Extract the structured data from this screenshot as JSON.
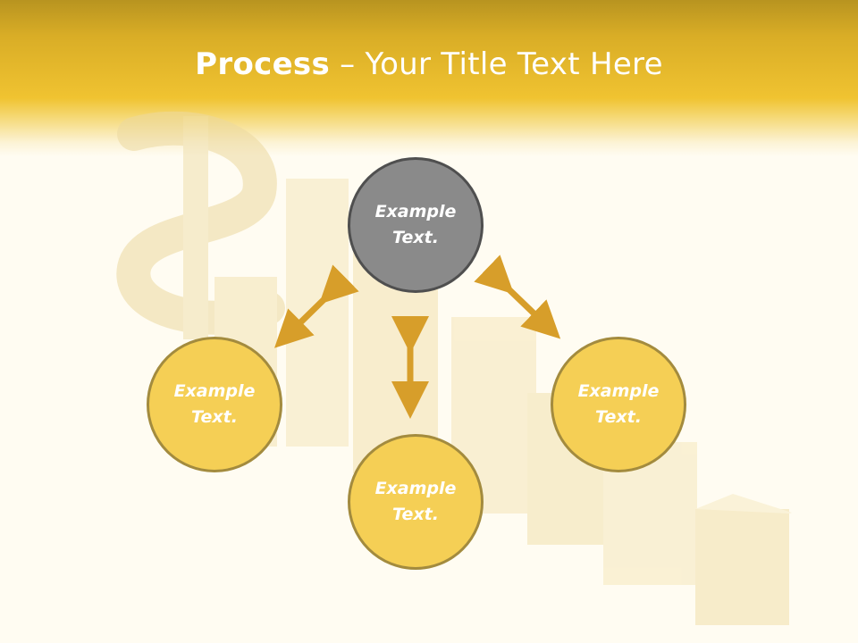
{
  "title": {
    "bold": "Process",
    "rest": " – Your Title Text Here"
  },
  "nodes": {
    "top": {
      "line1": "Example",
      "line2": "Text."
    },
    "left": {
      "line1": "Example",
      "line2": "Text."
    },
    "bottom": {
      "line1": "Example",
      "line2": "Text."
    },
    "right": {
      "line1": "Example",
      "line2": "Text."
    }
  },
  "colors": {
    "accent": "#f0c331",
    "circle_fill": "#f5cf55",
    "circle_center": "#8a8a8a",
    "arrow": "#d79e2a"
  }
}
